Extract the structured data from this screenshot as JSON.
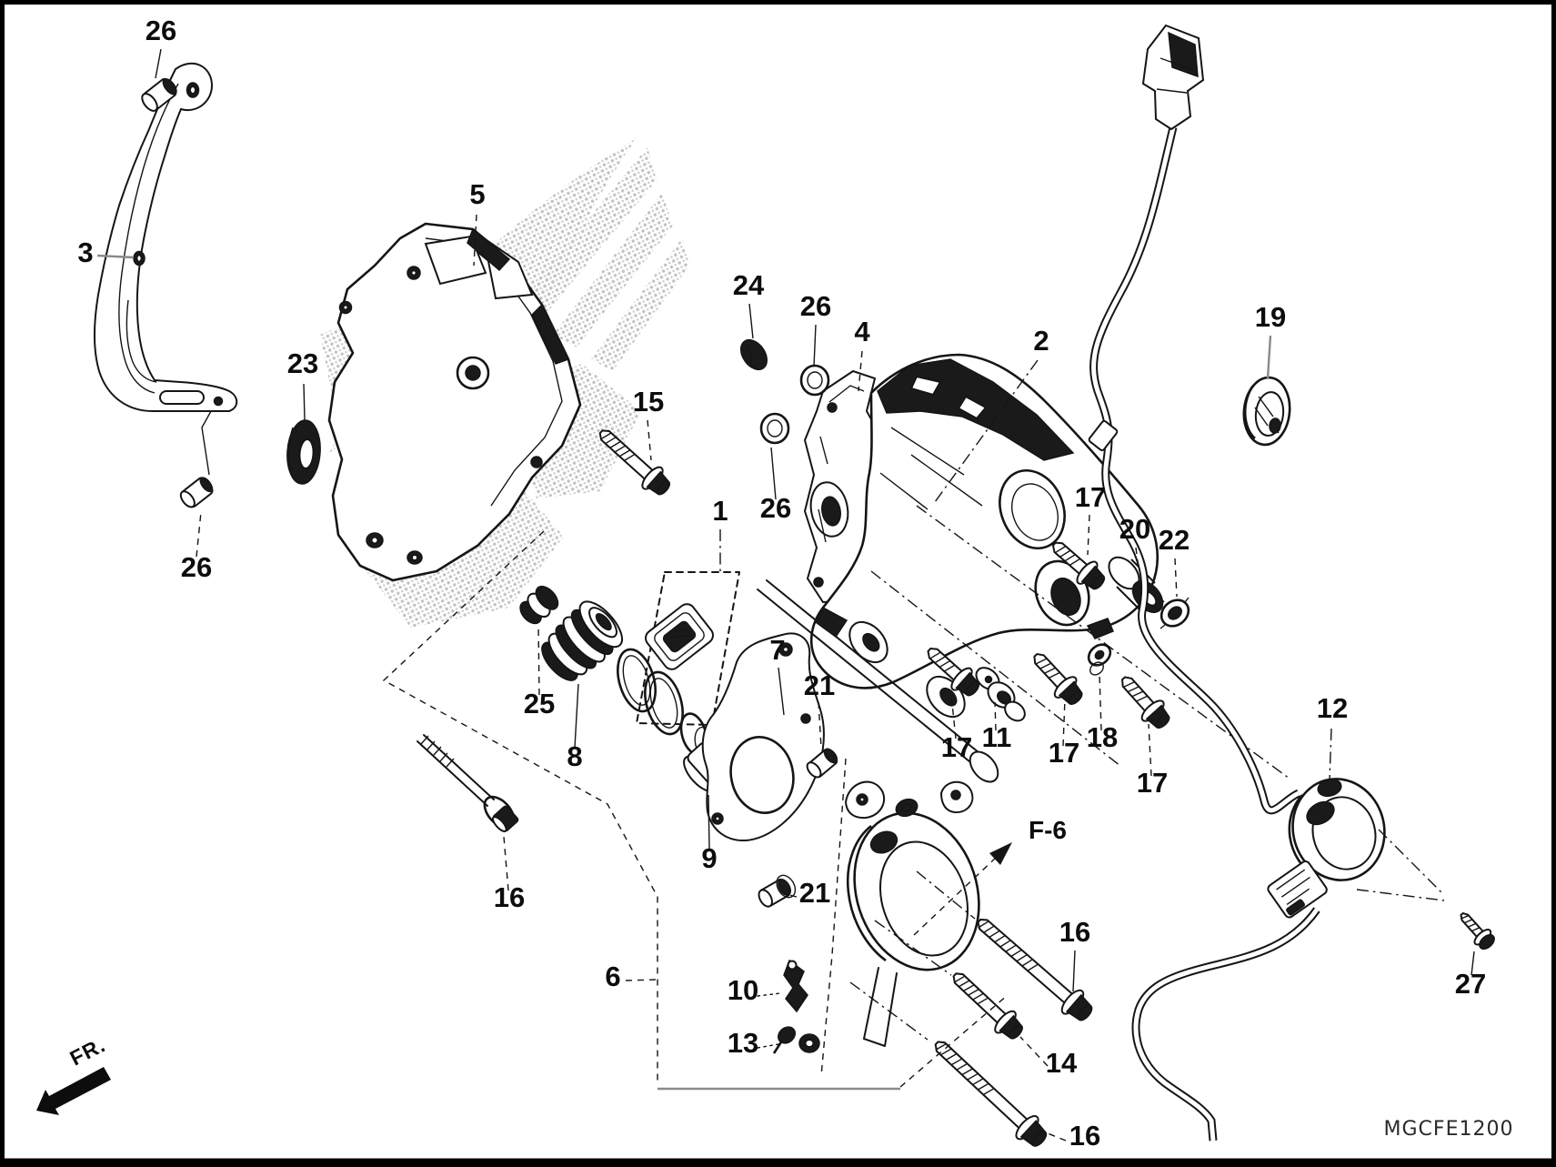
{
  "diagram": {
    "code": "MGCFE1200",
    "front_marker": "FR.",
    "subassembly_ref": "F-6",
    "watermark_icon": "honda-wing-watermark",
    "line_color": "#151515",
    "background": "#ffffff"
  },
  "callouts": [
    {
      "id": "collar-top-left",
      "text": "26"
    },
    {
      "id": "stay-bracket",
      "text": "3"
    },
    {
      "id": "washer",
      "text": "23"
    },
    {
      "id": "cover",
      "text": "5"
    },
    {
      "id": "collar-bottom-left",
      "text": "26"
    },
    {
      "id": "bolt-cover",
      "text": "15"
    },
    {
      "id": "seal-plug",
      "text": "24"
    },
    {
      "id": "dowel-ring-upper",
      "text": "26"
    },
    {
      "id": "gasket-body",
      "text": "4"
    },
    {
      "id": "throttle-body-assy",
      "text": "2"
    },
    {
      "id": "cap-nut",
      "text": "19"
    },
    {
      "id": "seal-set-box",
      "text": "1"
    },
    {
      "id": "dowel-ring-lower",
      "text": "26"
    },
    {
      "id": "flange-bolt-a",
      "text": "17"
    },
    {
      "id": "collar-spacer",
      "text": "20"
    },
    {
      "id": "flange-nut",
      "text": "22"
    },
    {
      "id": "boot",
      "text": "25"
    },
    {
      "id": "piston",
      "text": "8"
    },
    {
      "id": "gasket-plate",
      "text": "7"
    },
    {
      "id": "dowel-pin-upper",
      "text": "21"
    },
    {
      "id": "piston-cup",
      "text": "9"
    },
    {
      "id": "nut-left",
      "text": "16"
    },
    {
      "id": "flange-bolt-b",
      "text": "17"
    },
    {
      "id": "holder",
      "text": "11"
    },
    {
      "id": "flange-bolt-c",
      "text": "17"
    },
    {
      "id": "washer-nut",
      "text": "18"
    },
    {
      "id": "flange-bolt-d",
      "text": "17"
    },
    {
      "id": "throttle-sensor",
      "text": "12"
    },
    {
      "id": "subassembly-ref",
      "text": "F-6"
    },
    {
      "id": "dowel-pin-lower",
      "text": "21"
    },
    {
      "id": "seal-set-group",
      "text": "6"
    },
    {
      "id": "screw-pan",
      "text": "10"
    },
    {
      "id": "screw-washer",
      "text": "13"
    },
    {
      "id": "long-bolt-upper",
      "text": "16"
    },
    {
      "id": "bolt-mid",
      "text": "14"
    },
    {
      "id": "long-bolt-lower",
      "text": "16"
    },
    {
      "id": "sensor-screw",
      "text": "27"
    },
    {
      "id": "front-marker",
      "text": "FR."
    },
    {
      "id": "diagram-code",
      "text": "MGCFE1200"
    }
  ]
}
